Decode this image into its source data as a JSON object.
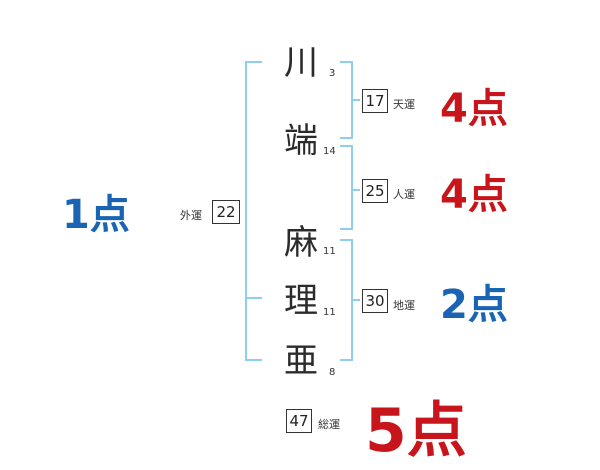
{
  "name_chars": [
    {
      "char": "川",
      "strokes": "3"
    },
    {
      "char": "端",
      "strokes": "14"
    },
    {
      "char": "麻",
      "strokes": "11"
    },
    {
      "char": "理",
      "strokes": "11"
    },
    {
      "char": "亜",
      "strokes": "8"
    }
  ],
  "fortunes": {
    "tenun": {
      "value": "17",
      "label": "天運",
      "score": "4点"
    },
    "jinun": {
      "value": "25",
      "label": "人運",
      "score": "4点"
    },
    "chiun": {
      "value": "30",
      "label": "地運",
      "score": "2点"
    },
    "gaiun": {
      "value": "22",
      "label": "外運",
      "score": "1点"
    },
    "souun": {
      "value": "47",
      "label": "総運",
      "score": "5点"
    }
  },
  "colors": {
    "bracket": "#8fcfee",
    "score_red": "#c8151b",
    "score_blue": "#1a64b4"
  }
}
